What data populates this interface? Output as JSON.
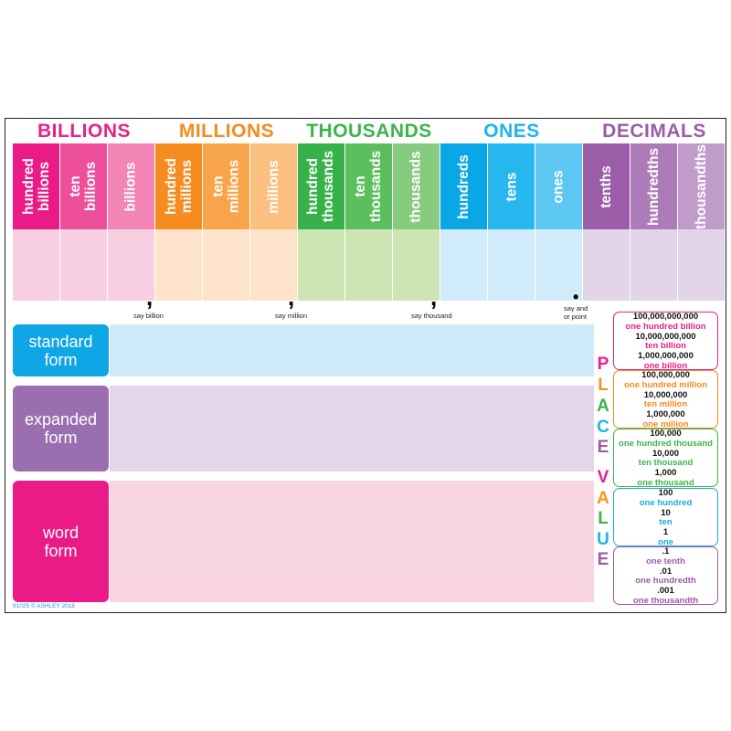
{
  "groups": [
    {
      "label": "BILLIONS",
      "color": "#e5218a"
    },
    {
      "label": "MILLIONS",
      "color": "#f6891f"
    },
    {
      "label": "THOUSANDS",
      "color": "#3ab54a"
    },
    {
      "label": "ONES",
      "color": "#1cb4ec"
    },
    {
      "label": "DECIMALS",
      "color": "#9a5ba8"
    }
  ],
  "columns": [
    {
      "label": "hundred\nbillions",
      "bg": "#ea1a86",
      "cell": "#f8cfe0"
    },
    {
      "label": "ten\nbillions",
      "bg": "#ee4f9b",
      "cell": "#f8cfe0"
    },
    {
      "label": "billions",
      "bg": "#f384b6",
      "cell": "#f8cfe0"
    },
    {
      "label": "hundred\nmillions",
      "bg": "#f68b1f",
      "cell": "#fde3c9"
    },
    {
      "label": "ten\nmillions",
      "bg": "#f8a44b",
      "cell": "#fde3c9"
    },
    {
      "label": "millions",
      "bg": "#fbc07f",
      "cell": "#fde3c9"
    },
    {
      "label": "hundred\nthousands",
      "bg": "#37b24a",
      "cell": "#cde5b2"
    },
    {
      "label": "ten\nthousands",
      "bg": "#5bbf5e",
      "cell": "#cde5b2"
    },
    {
      "label": "thousands",
      "bg": "#86cb7e",
      "cell": "#cde5b2"
    },
    {
      "label": "hundreds",
      "bg": "#0aa7e6",
      "cell": "#d0ecfa"
    },
    {
      "label": "tens",
      "bg": "#26b7ef",
      "cell": "#d0ecfa"
    },
    {
      "label": "ones",
      "bg": "#5bc7f2",
      "cell": "#d0ecfa"
    },
    {
      "label": "tenths",
      "bg": "#9b5ca8",
      "cell": "#e2d5ea"
    },
    {
      "label": "hundredths",
      "bg": "#ad7bb7",
      "cell": "#e2d5ea"
    },
    {
      "label": "thousandths",
      "bg": "#c19ccb",
      "cell": "#e2d5ea"
    }
  ],
  "separators": [
    {
      "mark": ",",
      "label": "say billion"
    },
    {
      "mark": ",",
      "label": "say million"
    },
    {
      "mark": ",",
      "label": "say thousand"
    },
    {
      "mark": "•",
      "label": "say and\nor point"
    }
  ],
  "forms": [
    {
      "label": "standard\nform",
      "color": "#0ea6e4",
      "area": "#cfeaf9"
    },
    {
      "label": "expanded\nform",
      "color": "#9b6eaf",
      "area": "#e3d6ea"
    },
    {
      "label": "word\nform",
      "color": "#ea1a86",
      "area": "#f8d4e3"
    }
  ],
  "place_value_title": [
    "P",
    "L",
    "A",
    "C",
    "E",
    "V",
    "A",
    "L",
    "U",
    "E"
  ],
  "place_value_colors": [
    "#ec1c8d",
    "#f7941d",
    "#39b54a",
    "#1cb4ec",
    "#9a5ba8",
    "#ec1c8d",
    "#f7941d",
    "#39b54a",
    "#1cb4ec",
    "#9a5ba8"
  ],
  "place_value_boxes": [
    {
      "color": "#e5218a",
      "lines": [
        "100,000,000,000",
        "one hundred billion",
        "10,000,000,000",
        "ten billion",
        "1,000,000,000",
        "one billion"
      ]
    },
    {
      "color": "#f6891f",
      "lines": [
        "100,000,000",
        "one hundred million",
        "10,000,000",
        "ten million",
        "1,000,000",
        "one million"
      ]
    },
    {
      "color": "#3ab54a",
      "lines": [
        "100,000",
        "one hundred thousand",
        "10,000",
        "ten thousand",
        "1,000",
        "one thousand"
      ]
    },
    {
      "color": "#1ca8e4",
      "lines": [
        "100",
        "one hundred",
        "10",
        "ten",
        "1",
        "one"
      ]
    },
    {
      "color": "#9a5ba8",
      "lines": [
        ".1",
        "one tenth",
        ".01",
        "one hundredth",
        ".001",
        "one thousandth"
      ]
    }
  ],
  "copyright": "91025 © ASHLEY 2018"
}
